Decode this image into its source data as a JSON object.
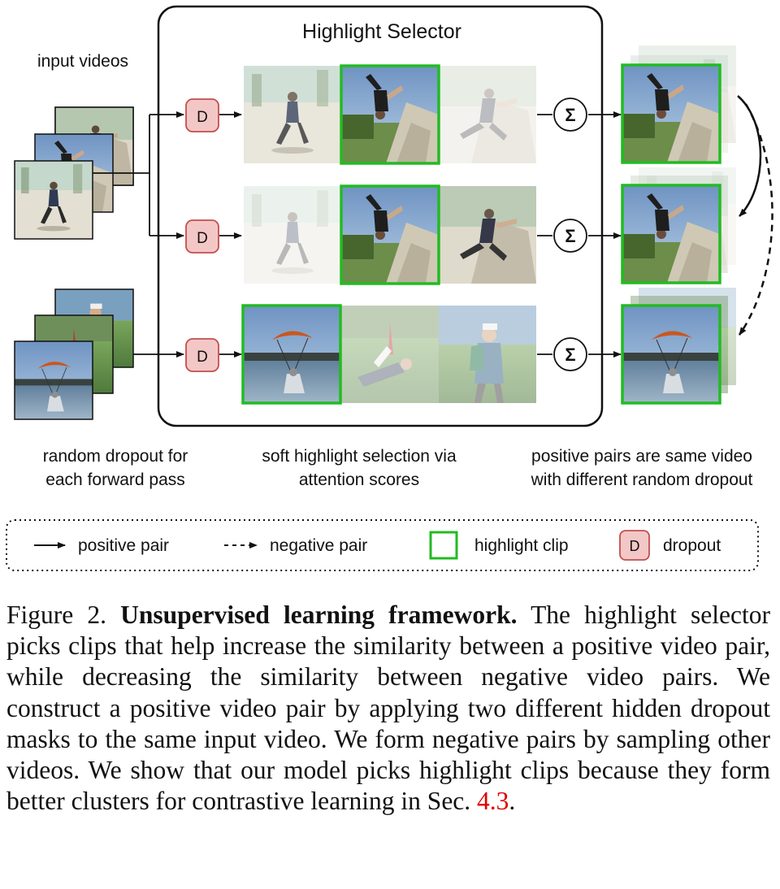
{
  "figure": {
    "selector_title": "Highlight Selector",
    "input_label": "input videos",
    "dropout_letter": "D",
    "sum_symbol": "Σ",
    "bottom_labels": {
      "left_line1": "random dropout for",
      "left_line2": "each forward pass",
      "mid_line1": "soft highlight selection via",
      "mid_line2": "attention scores",
      "right_line1": "positive pairs are same video",
      "right_line2": "with different random dropout"
    },
    "legend": {
      "positive": "positive pair",
      "negative": "negative pair",
      "highlight": "highlight clip",
      "dropout_letter": "D",
      "dropout": "dropout"
    },
    "colors": {
      "highlight_green": "#22bb22",
      "dropout_fill": "#f4c7c7",
      "dropout_stroke": "#c0504d"
    }
  },
  "caption": {
    "figure_number": "Figure 2.",
    "title": "Unsupervised learning framework.",
    "body": "The highlight selector picks clips that help increase the similarity between a positive video pair, while decreasing the similarity between negative video pairs. We construct a positive video pair by applying two different hidden dropout masks to the same input video. We form negative pairs by sampling other videos. We show that our model picks highlight clips because they form better clusters for contrastive learning in Sec.",
    "section_ref": "4.3",
    "end": "."
  }
}
